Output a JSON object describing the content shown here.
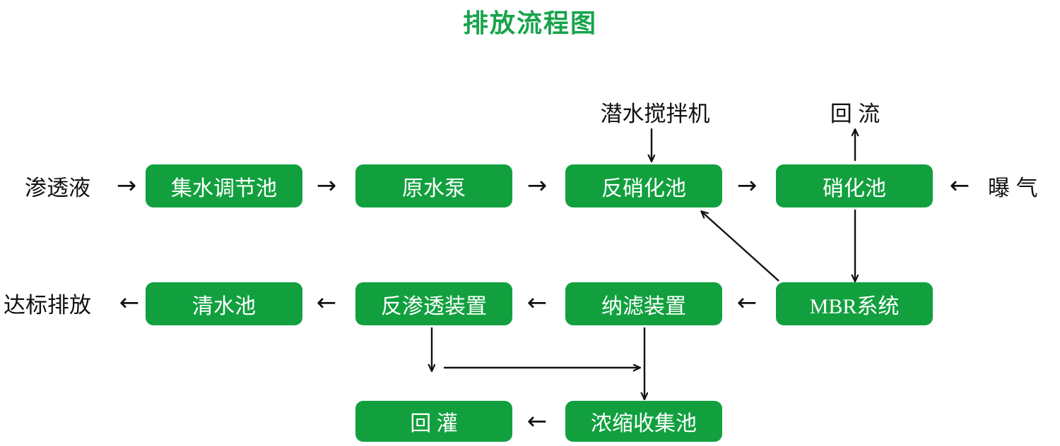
{
  "title": "排放流程图",
  "colors": {
    "node_fill": "#12a03f",
    "node_text": "#ffffff",
    "title_green": "#17a44b",
    "label_text": "#111111",
    "arrow_stroke": "#111111",
    "background": "#ffffff"
  },
  "nodes": [
    {
      "id": "collect",
      "label": "集水调节池"
    },
    {
      "id": "rawpump",
      "label": "原水泵"
    },
    {
      "id": "denitri",
      "label": "反硝化池"
    },
    {
      "id": "nitri",
      "label": "硝化池"
    },
    {
      "id": "mbr",
      "label": "MBR系统"
    },
    {
      "id": "nanofil",
      "label": "纳滤装置"
    },
    {
      "id": "ro",
      "label": "反渗透装置"
    },
    {
      "id": "clear",
      "label": "清水池"
    },
    {
      "id": "concent",
      "label": "浓缩收集池"
    },
    {
      "id": "reinject",
      "label": "回 灌"
    }
  ],
  "labels": [
    {
      "id": "influent",
      "text": "渗透液"
    },
    {
      "id": "mixer",
      "text": "潜水搅拌机"
    },
    {
      "id": "reflux",
      "text": "回 流"
    },
    {
      "id": "aeration",
      "text": "曝 气"
    },
    {
      "id": "discharge",
      "text": "达标排放"
    }
  ],
  "arrow_glyphs": {
    "right": "→",
    "left": "←"
  },
  "connectors": [
    {
      "id": "influent-to-collect",
      "glyph": "right"
    },
    {
      "id": "collect-to-rawpump",
      "glyph": "right"
    },
    {
      "id": "rawpump-to-denitri",
      "glyph": "right"
    },
    {
      "id": "denitri-to-nitri",
      "glyph": "right"
    },
    {
      "id": "aeration-to-nitri",
      "glyph": "left"
    },
    {
      "id": "mbr-to-nanofil",
      "glyph": "left"
    },
    {
      "id": "nanofil-to-ro",
      "glyph": "left"
    },
    {
      "id": "ro-to-clear",
      "glyph": "left"
    },
    {
      "id": "clear-to-discharge",
      "glyph": "left"
    },
    {
      "id": "concent-to-reinject",
      "glyph": "left"
    },
    {
      "id": "mixer-to-denitri",
      "glyph": "down-line"
    },
    {
      "id": "nitri-to-reflux",
      "glyph": "up-line"
    },
    {
      "id": "nitri-to-mbr",
      "glyph": "down-line"
    },
    {
      "id": "mbr-to-denitri",
      "glyph": "diagonal-up-left"
    },
    {
      "id": "ro-down",
      "glyph": "down-line"
    },
    {
      "id": "ro-branch-right",
      "glyph": "right-line"
    },
    {
      "id": "nanofil-to-concent",
      "glyph": "down-line"
    }
  ],
  "chart_data": {
    "type": "diagram",
    "title": "排放流程图",
    "flow_main": [
      "渗透液",
      "集水调节池",
      "原水泵",
      "反硝化池",
      "硝化池",
      "MBR系统",
      "纳滤装置",
      "反渗透装置",
      "清水池",
      "达标排放"
    ],
    "flow_side": [
      "纳滤装置",
      "浓缩收集池",
      "回 灌"
    ],
    "inputs": [
      "潜水搅拌机",
      "曝 气"
    ],
    "outputs": [
      "回 流",
      "达标排放"
    ],
    "recycle": [
      "MBR系统",
      "反硝化池"
    ]
  }
}
